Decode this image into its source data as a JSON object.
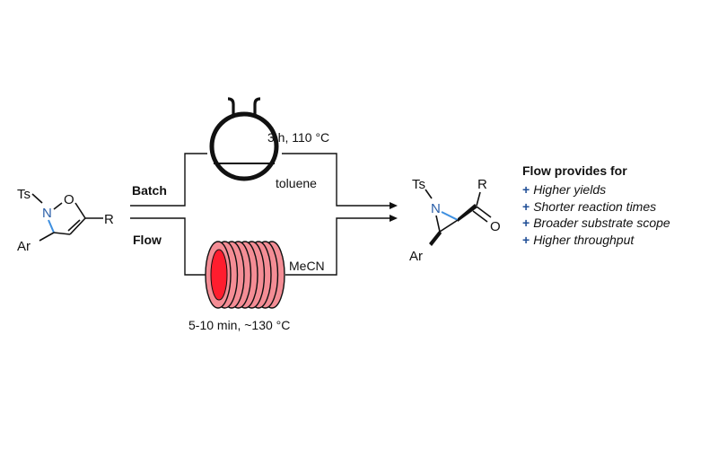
{
  "colors": {
    "ink": "#111111",
    "nitrogen": "#2a5fa8",
    "bond_blue": "#3d8fe0",
    "coil_pink": "#f48d95",
    "coil_red": "#ff1d2e",
    "bullet_blue": "#1f4e96"
  },
  "reactant": {
    "ts": "Ts",
    "n": "N",
    "o": "O",
    "r": "R",
    "ar": "Ar"
  },
  "batch": {
    "label": "Batch",
    "conditions": "3 h, 110 °C",
    "solvent": "toluene",
    "vessel_icon": "round-bottom-flask-icon"
  },
  "flow": {
    "label": "Flow",
    "conditions": "5-10 min, ~130 °C",
    "solvent": "MeCN",
    "vessel_icon": "flow-coil-reactor-icon"
  },
  "product": {
    "ts": "Ts",
    "n": "N",
    "r": "R",
    "o": "O",
    "ar": "Ar"
  },
  "benefits": {
    "title": "Flow provides for",
    "bullet": "+",
    "items": [
      "Higher yields",
      "Shorter reaction times",
      "Broader substrate scope",
      "Higher throughput"
    ]
  }
}
